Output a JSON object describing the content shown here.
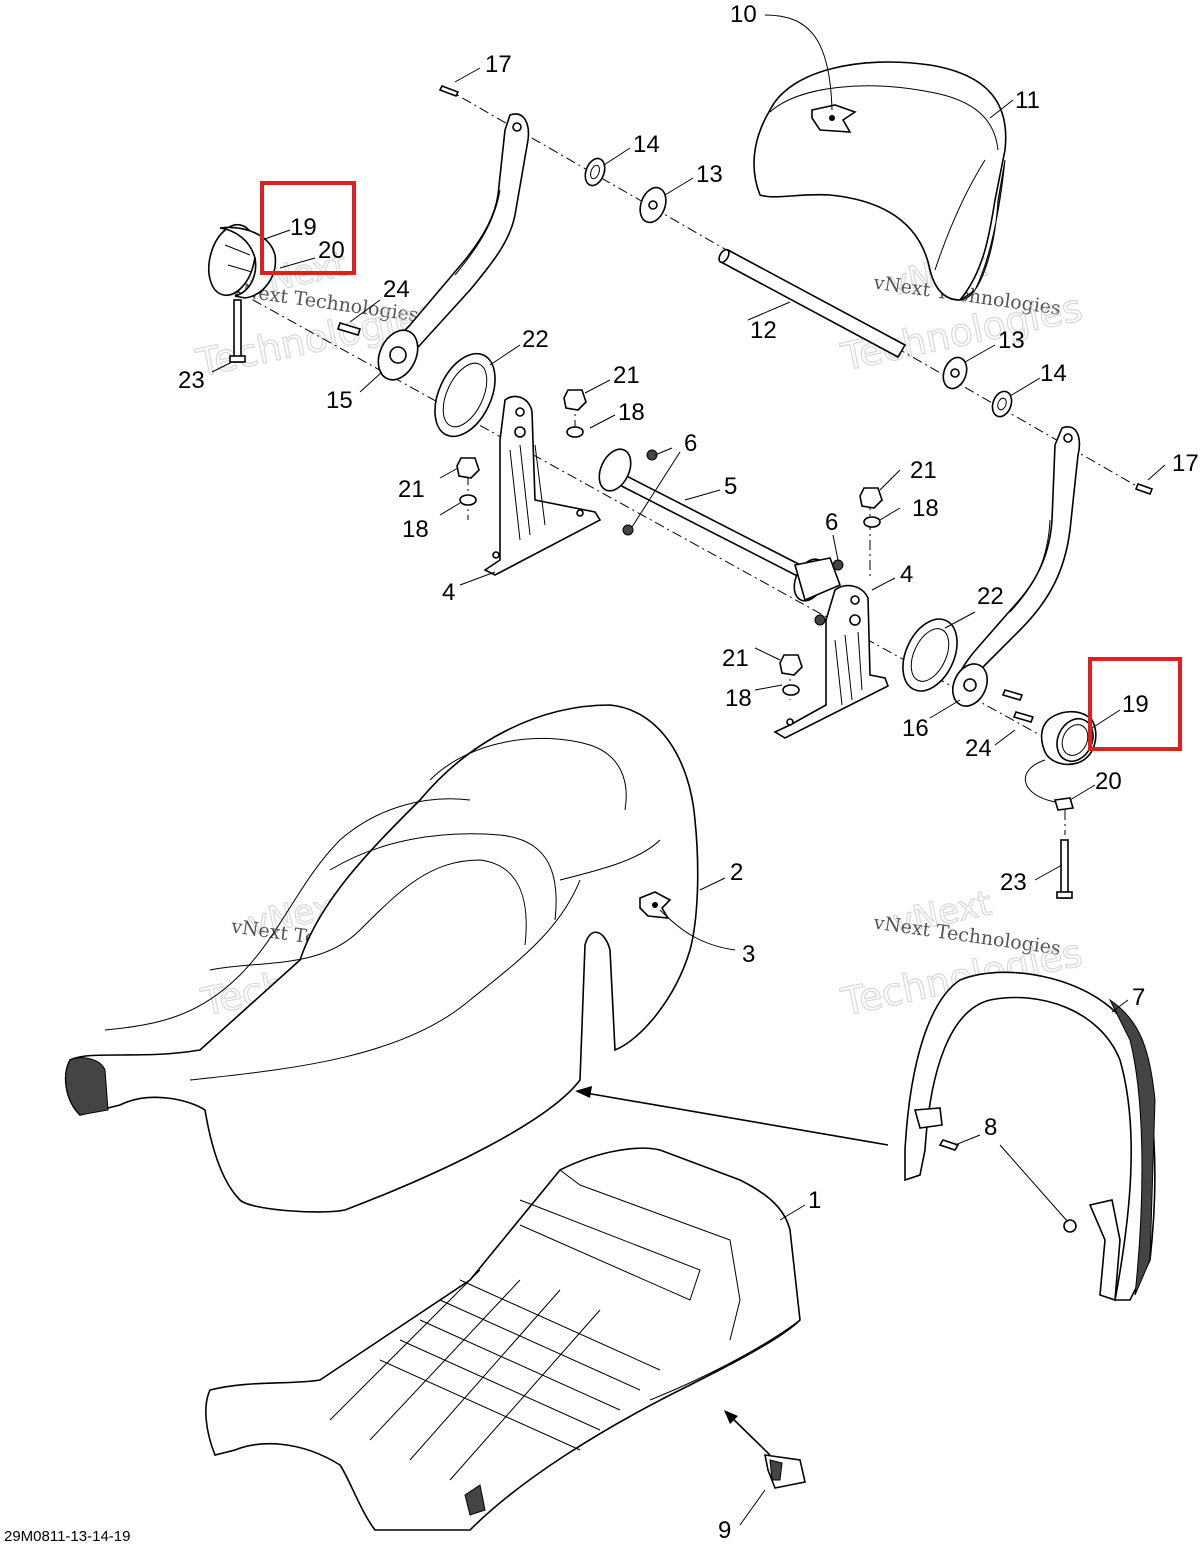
{
  "diagram": {
    "reference_code": "29M0811-13-14-19",
    "watermark_top": "vNext",
    "watermark_mid": "vNext Technologies",
    "watermark_bottom": "Technologies",
    "highlight_color": "#e02020",
    "labels": {
      "p1": "1",
      "p2": "2",
      "p3": "3",
      "p4a": "4",
      "p4b": "4",
      "p5": "5",
      "p6a": "6",
      "p6b": "6",
      "p7": "7",
      "p8": "8",
      "p9": "9",
      "p10": "10",
      "p11": "11",
      "p12": "12",
      "p13a": "13",
      "p13b": "13",
      "p14a": "14",
      "p14b": "14",
      "p15": "15",
      "p16": "16",
      "p17a": "17",
      "p17b": "17",
      "p18a": "18",
      "p18b": "18",
      "p18c": "18",
      "p18d": "18",
      "p19a": "19",
      "p19b": "19",
      "p20a": "20",
      "p20b": "20",
      "p21a": "21",
      "p21b": "21",
      "p21c": "21",
      "p21d": "21",
      "p22a": "22",
      "p22b": "22",
      "p23a": "23",
      "p23b": "23",
      "p24a": "24",
      "p24b": "24"
    }
  }
}
